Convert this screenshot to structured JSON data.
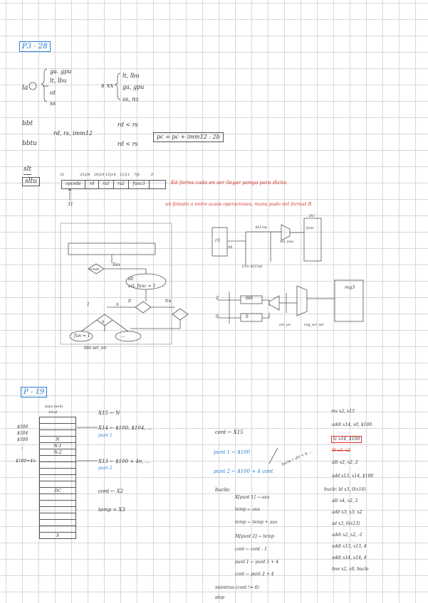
{
  "section1": {
    "title": "P3 - 28",
    "instr_label": "la",
    "group_a": [
      "ga. gpu",
      "lt, lbu",
      "ot",
      "ss"
    ],
    "sxx_label": "s xx",
    "group_b": [
      "lt, lbu",
      "ga, gpu",
      "ss, nz"
    ],
    "row1_left": "bbt",
    "row1_mid": "rd, rs, imm12",
    "row1_right": "rd < rs",
    "pc_box": "pc = pc + imm12 : 2b",
    "row2_left": "bbtu",
    "row2_right": "rd < rs"
  },
  "section2": {
    "label_top": "slt",
    "label_bottom": "sltu",
    "format_header": [
      "31",
      "25|24",
      "20|19",
      "15|14",
      "12|11",
      "7|6",
      "0"
    ],
    "format_fields": [
      "opcode",
      "rd",
      "rs1",
      "rs2",
      "func3",
      ""
    ],
    "arrow_label": "31",
    "note_line1": "Ed forms cada en ser llegar pongo para dicho",
    "note_line2": "un fomato a entre acsos operaciones, manu pudo del format R"
  },
  "flowchart": {
    "decision_top": "ccode",
    "branch_label": "Sxx",
    "ellipse_top": [
      "slt",
      "sel, func = 1"
    ],
    "label_lt": "lt",
    "label_ltu": "ltu",
    "label_n": "n",
    "label_s": "s",
    "label_1": "1",
    "ellipse_left": "fun = 1",
    "ellipse_right": "...",
    "bottom_label": "bbt sel_un"
  },
  "circuit1": {
    "reg_left": "r3",
    "label_in": "Sh",
    "label_alu": "ALUop",
    "block": "func",
    "top_label": "DC",
    "sel_label": "sel_una",
    "bottom_label": "LTu ALUop"
  },
  "circuit2": {
    "in1": "2",
    "in2": "0",
    "box1": "bbt",
    "box2": "b",
    "lab_sel": "sel_un",
    "lab_reg": "reg_wr_sel",
    "reg": "reg3"
  },
  "section3": {
    "title": "P - 19",
    "mem_header": [
      "data mem",
      "16x4"
    ],
    "mem_cells": [
      "",
      "",
      "",
      "N",
      "N-1",
      "N-2",
      "",
      "",
      "",
      "",
      "",
      "DC",
      "",
      "",
      "",
      "",
      "",
      "",
      "S"
    ],
    "addresses": [
      "$100",
      "$104",
      "$108",
      ":",
      "$100+4n"
    ],
    "reg_lines": [
      "X15 ← N",
      "X14 ← $100, $104, ...",
      "X13 ← $100 + 4n, ..."
    ],
    "pointer_labels": [
      "punt 1",
      "punt 2"
    ],
    "cont_line": "cont ← X2",
    "temp_line": "temp = X3",
    "code_lines": [
      "cont ← X15",
      "punt 1 ← $100",
      "punt 2 ← $100 + 4 cont",
      "bucle:",
      "X[punt 1] → aux",
      "temp ← aux",
      "temp ← temp + aux",
      "M[punt 2] ← temp",
      "cont ← cont - 1",
      "punt 1 ← punt 1 + 4",
      "cont ← punt 2 + 4",
      "mientras (cont != 0)",
      "stop"
    ],
    "side_note": "bucle ← dir + 4, ...",
    "asm_lines": [
      "mv x2, x15",
      "addi x14, x0, $100",
      "lc x14, $100",
      "ld x3, x2",
      "slli x2, x2, 2",
      "add x13, x14, $100",
      "bucle: ld x3, 0(x14)",
      "slli x4, x2, 2",
      "add x3, x3, x2",
      "sd x3, 0(x13)",
      "addi x2, x2, -1",
      "addi x13, x13, 4",
      "addi x14, x14, 4",
      "bne x2, x0, bucle"
    ]
  }
}
